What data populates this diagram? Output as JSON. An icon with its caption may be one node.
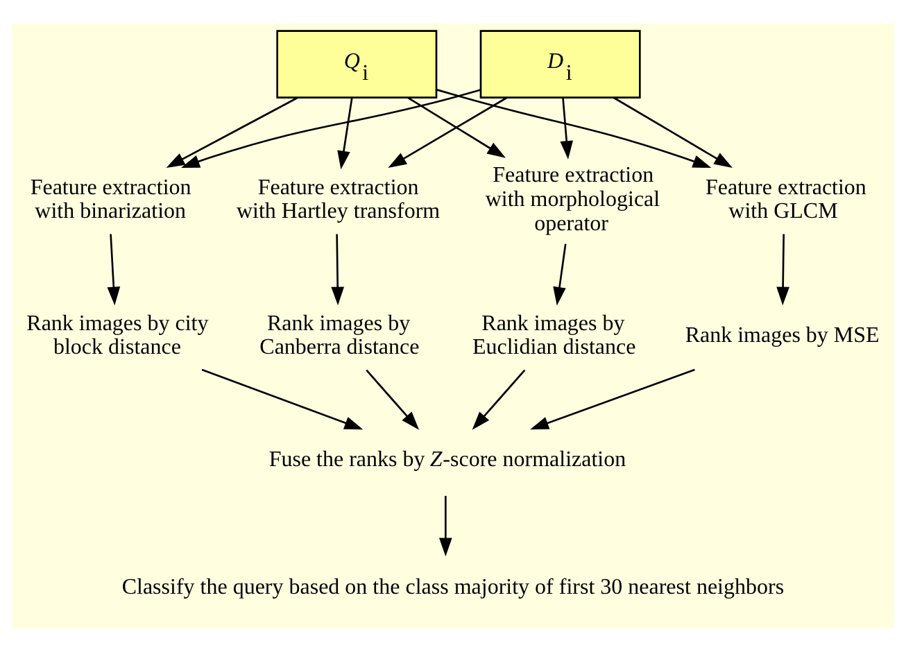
{
  "diagram": {
    "nodes": [
      {
        "text": [
          "*Q*$_{i}$"
        ]
      },
      {
        "text": [
          "*D*$_{i}$"
        ]
      },
      {
        "text": [
          "Feature extraction with binarization"
        ]
      },
      {
        "text": [
          "Feature extraction with Hartley transform"
        ]
      },
      {
        "text": [
          "Feature extraction with morphological operator"
        ]
      },
      {
        "text": [
          "Feature extraction with GLCM"
        ]
      },
      {
        "text": [
          "Rank images by city block distance"
        ]
      },
      {
        "text": [
          "Rank images by Canberra distance"
        ]
      },
      {
        "text": [
          "Rank images by Euclidian distance"
        ]
      },
      {
        "text": [
          "Rank images by MSE"
        ]
      },
      {
        "text": [
          "Fuse the ranks by *Z*-score normalization"
        ]
      },
      {
        "text": [
          "Classify the query based on the class majority of first 30 nearest neighbors"
        ]
      }
    ],
    "edges": [
      {
        "from": 0,
        "to": 2,
        "arrow": "to"
      },
      {
        "from": 0,
        "to": 3,
        "arrow": "to"
      },
      {
        "from": 0,
        "to": 4,
        "arrow": "to"
      },
      {
        "from": 0,
        "to": 5,
        "arrow": "to"
      },
      {
        "from": 1,
        "to": 2,
        "arrow": "to"
      },
      {
        "from": 1,
        "to": 3,
        "arrow": "to"
      },
      {
        "from": 1,
        "to": 4,
        "arrow": "to"
      },
      {
        "from": 1,
        "to": 5,
        "arrow": "to"
      },
      {
        "from": 2,
        "to": 6,
        "arrow": "to"
      },
      {
        "from": 3,
        "to": 7,
        "arrow": "to"
      },
      {
        "from": 4,
        "to": 8,
        "arrow": "to"
      },
      {
        "from": 5,
        "to": 9,
        "arrow": "to"
      },
      {
        "from": 6,
        "to": 10,
        "arrow": "to"
      },
      {
        "from": 7,
        "to": 10,
        "arrow": "to"
      },
      {
        "from": 8,
        "to": 10,
        "arrow": "to"
      },
      {
        "from": 9,
        "to": 10,
        "arrow": "to"
      },
      {
        "from": 10,
        "to": 11,
        "arrow": "to"
      }
    ]
  }
}
